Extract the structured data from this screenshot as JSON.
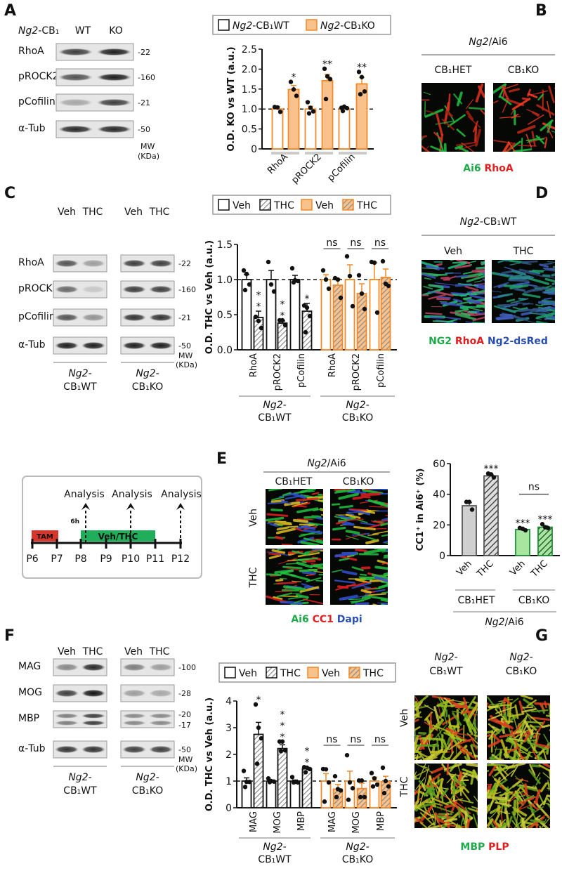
{
  "panels": {
    "A": "A",
    "B": "B",
    "C": "C",
    "D": "D",
    "E": "E",
    "F": "F",
    "G": "G"
  },
  "colors": {
    "orange": "#f08a2a",
    "orange_fill": "#f9c28c",
    "green": "#1f8f3a",
    "green_fill": "#a8e6a0",
    "gray_fill": "#cfcfcf",
    "red": "#e02020",
    "blue": "#2a4fb0",
    "tam": "#d9362b",
    "veh_thc": "#1fae5a"
  },
  "A": {
    "blot_header": {
      "italic": "Ng2",
      "rest": "-CB₁",
      "wt": "WT",
      "ko": "KO"
    },
    "rows": [
      "RhoA",
      "pROCK2",
      "pCofilin",
      "α-Tub"
    ],
    "mw": [
      "-22",
      "-160",
      "-21",
      "-50"
    ],
    "mw_unit": [
      "MW",
      "(KDa)"
    ],
    "legend": [
      {
        "italic": "Ng2",
        "rest": "-CB₁WT",
        "style": "open-black"
      },
      {
        "italic": "Ng2",
        "rest": "-CB₁KO",
        "style": "fill-orange"
      }
    ]
  },
  "B": {
    "title_italic": "Ng2",
    "title_rest": "/Ai6",
    "cols": [
      "CB₁HET",
      "CB₁KO"
    ],
    "stain": [
      {
        "text": "Ai6",
        "color": "#1faa4a"
      },
      {
        "text": "RhoA",
        "color": "#e02020"
      }
    ]
  },
  "C": {
    "headers": [
      "Veh",
      "THC",
      "Veh",
      "THC"
    ],
    "rows": [
      "RhoA",
      "pROCK2",
      "pCofilin",
      "α-Tub"
    ],
    "mw": [
      "-22",
      "-160",
      "-21",
      "-50"
    ],
    "mw_unit": [
      "MW",
      "(KDa)"
    ],
    "genotypes": [
      {
        "l1": "Ng2-",
        "l2": "CB₁WT"
      },
      {
        "l1": "Ng2-",
        "l2": "CB₁KO"
      }
    ],
    "legend": [
      {
        "label": "Veh",
        "style": "open-black"
      },
      {
        "label": "THC",
        "style": "hatch-black"
      },
      {
        "label": "Veh",
        "style": "fill-orange"
      },
      {
        "label": "THC",
        "style": "hatch-orange"
      }
    ]
  },
  "D": {
    "title_italic": "Ng2",
    "title_rest": "-CB₁WT",
    "cols": [
      "Veh",
      "THC"
    ],
    "stain": [
      {
        "text": "NG2",
        "color": "#1faa4a"
      },
      {
        "text": "RhoA",
        "color": "#e02020"
      },
      {
        "text": "Ng2-dsRed",
        "color": "#2a4fb0"
      }
    ]
  },
  "timeline": {
    "days": [
      "P6",
      "P7",
      "P8",
      "P9",
      "P10",
      "P11",
      "P12"
    ],
    "tam": "TAM",
    "treatment": "Veh/THC",
    "analysis": [
      "Analysis",
      "Analysis",
      "Analysis"
    ],
    "delay": "6h"
  },
  "E": {
    "title_italic": "Ng2",
    "title_rest": "/Ai6",
    "cols": [
      "CB₁HET",
      "CB₁KO"
    ],
    "rows": [
      "Veh",
      "THC"
    ],
    "stain": [
      {
        "text": "Ai6",
        "color": "#1faa4a"
      },
      {
        "text": "CC1",
        "color": "#e02020"
      },
      {
        "text": "Dapi",
        "color": "#2a4fb0"
      }
    ],
    "groups": [
      "CB₁HET",
      "CB₁KO"
    ],
    "footer_italic": "Ng2",
    "footer_rest": "/Ai6"
  },
  "F": {
    "headers": [
      "Veh",
      "THC",
      "Veh",
      "THC"
    ],
    "rows": [
      "MAG",
      "MOG",
      "MBP",
      "α-Tub"
    ],
    "mw": [
      "-100",
      "-28",
      "-20",
      "-17",
      "-50"
    ],
    "mw_unit": [
      "MW",
      "(KDa)"
    ],
    "genotypes": [
      {
        "l1": "Ng2-",
        "l2": "CB₁WT"
      },
      {
        "l1": "Ng2-",
        "l2": "CB₁KO"
      }
    ],
    "legend": [
      {
        "label": "Veh",
        "style": "open-black"
      },
      {
        "label": "THC",
        "style": "hatch-black"
      },
      {
        "label": "Veh",
        "style": "fill-orange"
      },
      {
        "label": "THC",
        "style": "hatch-orange"
      }
    ]
  },
  "G": {
    "cols": [
      {
        "l1": "Ng2-",
        "l2": "CB₁WT"
      },
      {
        "l1": "Ng2-",
        "l2": "CB₁KO"
      }
    ],
    "rows": [
      "Veh",
      "THC"
    ],
    "stain": [
      {
        "text": "MBP",
        "color": "#1faa4a"
      },
      {
        "text": "PLP",
        "color": "#e02020"
      }
    ]
  },
  "chart_data": [
    {
      "id": "A",
      "type": "bar",
      "ylabel": "O.D. KO vs WT (a.u.)",
      "ylim": [
        0,
        2.5
      ],
      "yticks": [
        "0",
        "0.5",
        "1.0",
        "1.5",
        "2.0",
        "2.5"
      ],
      "reference_line": 1.0,
      "categories": [
        "RhoA",
        "pROCK2",
        "pCofilin"
      ],
      "bars": [
        {
          "category": "RhoA",
          "style": "open-orange",
          "mean": 1.0,
          "sem": 0.06,
          "points": [
            1.05,
            1.04,
            0.93
          ]
        },
        {
          "category": "RhoA",
          "style": "fill-orange",
          "mean": 1.49,
          "sem": 0.1,
          "points": [
            1.68,
            1.49,
            1.33
          ],
          "sig": "*"
        },
        {
          "category": "pROCK2",
          "style": "open-orange",
          "mean": 1.0,
          "sem": 0.07,
          "points": [
            1.17,
            1.03,
            0.94,
            0.89
          ]
        },
        {
          "category": "pROCK2",
          "style": "fill-orange",
          "mean": 1.71,
          "sem": 0.16,
          "points": [
            2.01,
            1.82,
            1.75,
            1.25
          ],
          "sig": "**"
        },
        {
          "category": "pCofilin",
          "style": "open-orange",
          "mean": 1.0,
          "sem": 0.03,
          "points": [
            1.03,
            1.06,
            1.02,
            0.95
          ]
        },
        {
          "category": "pCofilin",
          "style": "fill-orange",
          "mean": 1.63,
          "sem": 0.16,
          "points": [
            1.93,
            1.8,
            1.44,
            1.37
          ],
          "sig": "**"
        }
      ]
    },
    {
      "id": "C",
      "type": "bar",
      "ylabel": "O.D. THC vs Veh (a.u.)",
      "ylim": [
        0,
        1.5
      ],
      "yticks": [
        "0.0",
        "0.5",
        "1.0",
        "1.5"
      ],
      "reference_line": 1.0,
      "categories": [
        "RhoA",
        "pROCK2",
        "pCofilin",
        "RhoA",
        "pROCK2",
        "pCofilin"
      ],
      "bars": [
        {
          "style": "open-black",
          "mean": 1.0,
          "sem": 0.07,
          "points": [
            1.13,
            1.08,
            0.93,
            0.85
          ]
        },
        {
          "style": "hatch-black",
          "mean": 0.46,
          "sem": 0.09,
          "points": [
            0.47,
            0.41,
            0.31
          ],
          "sig": "**"
        },
        {
          "style": "open-black",
          "mean": 1.0,
          "sem": 0.13,
          "points": [
            1.25,
            0.93,
            0.83
          ]
        },
        {
          "style": "hatch-black",
          "mean": 0.38,
          "sem": 0.03,
          "points": [
            0.42,
            0.42,
            0.35
          ],
          "sig": "**"
        },
        {
          "style": "open-black",
          "mean": 1.0,
          "sem": 0.06,
          "points": [
            1.16,
            0.99,
            0.98,
            0.96
          ]
        },
        {
          "style": "hatch-black",
          "mean": 0.55,
          "sem": 0.11,
          "points": [
            0.63,
            0.6,
            0.48,
            0.25
          ],
          "sig": "*"
        },
        {
          "style": "open-orange",
          "mean": 1.0,
          "sem": 0.07,
          "points": [
            1.13,
            1.0,
            0.87
          ]
        },
        {
          "style": "hatch-orange",
          "mean": 0.92,
          "sem": 0.09,
          "points": [
            1.02,
            1.0,
            0.74
          ]
        },
        {
          "style": "open-orange",
          "mean": 1.0,
          "sem": 0.21,
          "points": [
            1.33,
            1.05,
            0.62
          ]
        },
        {
          "style": "hatch-orange",
          "mean": 0.8,
          "sem": 0.14,
          "points": [
            1.06,
            0.8,
            0.58
          ]
        },
        {
          "style": "open-orange",
          "mean": 1.0,
          "sem": 0.24,
          "points": [
            1.25,
            1.24,
            0.53
          ]
        },
        {
          "style": "hatch-orange",
          "mean": 1.03,
          "sem": 0.12,
          "points": [
            1.26,
            0.94,
            0.91
          ]
        }
      ],
      "pair_annotations": [
        null,
        null,
        null,
        "ns",
        "ns",
        "ns"
      ]
    },
    {
      "id": "E",
      "type": "bar",
      "ylabel": "CC1⁺ in Ai6⁺ (%)",
      "ylim": [
        0,
        60
      ],
      "yticks": [
        "0",
        "20",
        "40",
        "60"
      ],
      "categories": [
        "Veh",
        "THC",
        "Veh",
        "THC"
      ],
      "bars": [
        {
          "style": "gray",
          "mean": 32.5,
          "sem": 2.0,
          "points": [
            35,
            35,
            30
          ]
        },
        {
          "style": "gray-hatch",
          "mean": 52,
          "sem": 0.6,
          "points": [
            53.5,
            53,
            51
          ],
          "sig": "***"
        },
        {
          "style": "green",
          "mean": 17,
          "sem": 0.5,
          "points": [
            18,
            17.5,
            16.5
          ],
          "sig": "***"
        },
        {
          "style": "green-hatch",
          "mean": 18.5,
          "sem": 1.0,
          "points": [
            20.5,
            18.5,
            18
          ],
          "sig": "***"
        }
      ],
      "comparisons": [
        {
          "between": [
            2,
            3
          ],
          "label": "ns"
        }
      ]
    },
    {
      "id": "F",
      "type": "bar",
      "ylabel": "O.D. THC vs Veh (a.u.)",
      "ylim": [
        0,
        4
      ],
      "yticks": [
        "0",
        "1",
        "2",
        "3",
        "4"
      ],
      "reference_line": 1.0,
      "categories": [
        "MAG",
        "MOG",
        "MBP",
        "MAG",
        "MOG",
        "MBP"
      ],
      "bars": [
        {
          "style": "open-black",
          "mean": 1.0,
          "sem": 0.12,
          "points": [
            1.38,
            0.97,
            0.97,
            0.78
          ]
        },
        {
          "style": "hatch-black",
          "mean": 2.75,
          "sem": 0.45,
          "points": [
            3.87,
            3.0,
            2.6,
            1.65
          ],
          "sig": "*"
        },
        {
          "style": "open-black",
          "mean": 1.0,
          "sem": 0.03,
          "points": [
            1.1,
            1.0,
            0.98,
            0.96
          ]
        },
        {
          "style": "hatch-black",
          "mean": 2.22,
          "sem": 0.14,
          "points": [
            2.48,
            2.48,
            2.15,
            2.12
          ],
          "sig": "***"
        },
        {
          "style": "open-black",
          "mean": 1.0,
          "sem": 0.04,
          "points": [
            1.15,
            0.97,
            0.95,
            0.95
          ]
        },
        {
          "style": "hatch-black",
          "mean": 1.46,
          "sem": 0.05,
          "points": [
            1.52,
            1.5,
            1.45,
            1.33
          ],
          "sig": "**"
        },
        {
          "style": "open-orange",
          "mean": 1.0,
          "sem": 0.28,
          "points": [
            1.45,
            1.44,
            0.95,
            0.23
          ]
        },
        {
          "style": "hatch-orange",
          "mean": 0.7,
          "sem": 0.17,
          "points": [
            1.18,
            0.7,
            0.65,
            0.4
          ]
        },
        {
          "style": "open-orange",
          "mean": 1.0,
          "sem": 0.37,
          "points": [
            1.97,
            0.95,
            0.73,
            0.3
          ]
        },
        {
          "style": "hatch-orange",
          "mean": 0.72,
          "sem": 0.2,
          "points": [
            1.02,
            1.02,
            0.4,
            0.4
          ]
        },
        {
          "style": "open-orange",
          "mean": 1.0,
          "sem": 0.15,
          "points": [
            1.3,
            1.1,
            0.87,
            0.8
          ]
        },
        {
          "style": "hatch-orange",
          "mean": 0.98,
          "sem": 0.2,
          "points": [
            1.5,
            1.0,
            0.8,
            0.55
          ]
        }
      ],
      "pair_annotations": [
        null,
        null,
        null,
        "ns",
        "ns",
        "ns"
      ]
    }
  ]
}
